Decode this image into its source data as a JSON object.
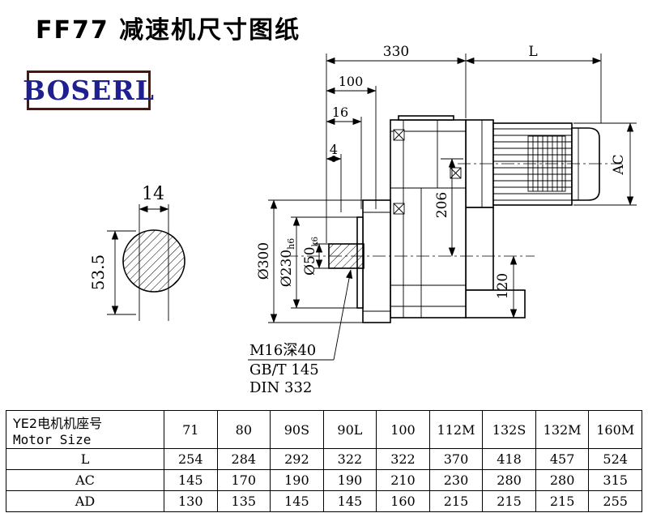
{
  "page": {
    "title": "FF77 减速机尺寸图纸"
  },
  "logo": {
    "text": "BOSERL"
  },
  "drawing": {
    "dim_330": "330",
    "dim_L": "L",
    "dim_100": "100",
    "dim_16": "16",
    "dim_4": "4",
    "dim_AC": "AC",
    "dim_206": "206",
    "dim_120": "120",
    "dim_d300": "Ø300",
    "dim_d230_main": "Ø230",
    "dim_d230_sub": "h6",
    "dim_d50_main": "Ø50",
    "dim_d50_sub": "k6",
    "dim_14": "14",
    "dim_535": "53.5",
    "note_thread": "M16深40",
    "note_gb": "GB/T 145",
    "note_din": "DIN 332"
  },
  "table": {
    "motor_size_label_cn": "YE2电机机座号",
    "motor_size_label_en": "Motor Size",
    "sizes": [
      "71",
      "80",
      "90S",
      "90L",
      "100",
      "112M",
      "132S",
      "132M",
      "160M"
    ],
    "rows": [
      {
        "label": "L",
        "values": [
          "254",
          "284",
          "292",
          "322",
          "322",
          "370",
          "418",
          "457",
          "524"
        ]
      },
      {
        "label": "AC",
        "values": [
          "145",
          "170",
          "190",
          "190",
          "210",
          "230",
          "280",
          "280",
          "315"
        ]
      },
      {
        "label": "AD",
        "values": [
          "130",
          "135",
          "145",
          "145",
          "160",
          "215",
          "215",
          "215",
          "255"
        ]
      }
    ]
  }
}
